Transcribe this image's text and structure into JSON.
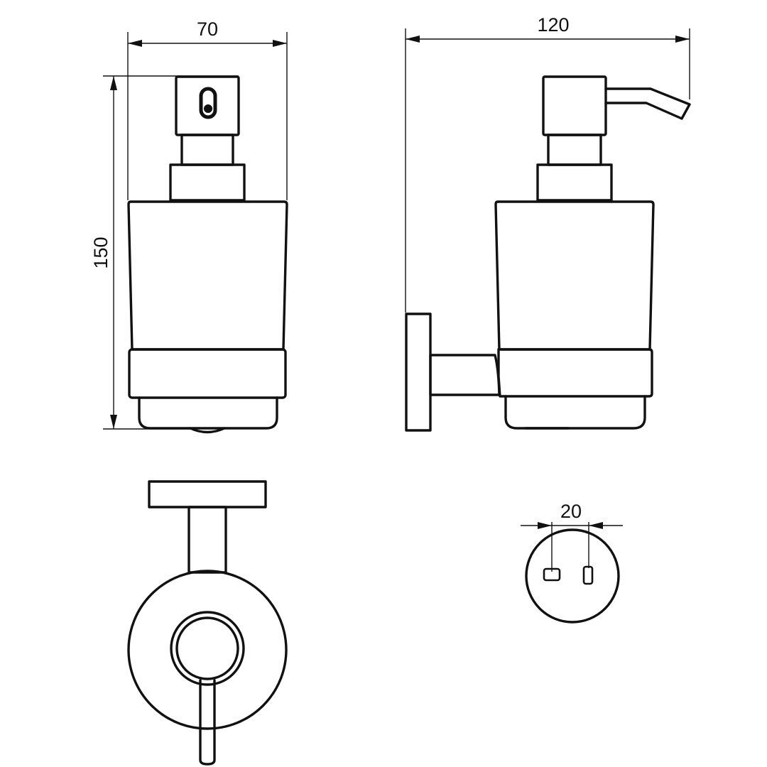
{
  "dimensions": {
    "width_front": "70",
    "width_side": "120",
    "height": "150",
    "mount_spacing": "20"
  },
  "colors": {
    "line": "#111111",
    "background": "#ffffff"
  }
}
